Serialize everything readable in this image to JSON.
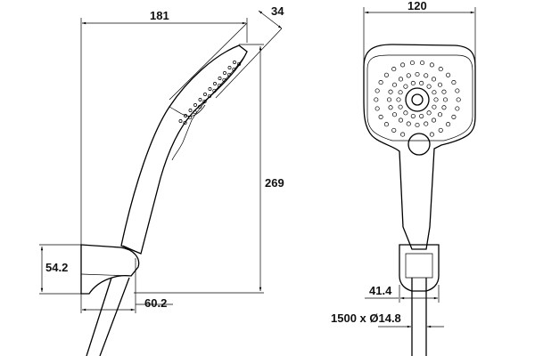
{
  "side_view": {
    "dim_length": "181",
    "dim_head_thickness": "34",
    "dim_height": "269",
    "dim_holder_height": "54.2",
    "dim_holder_depth": "60.2"
  },
  "front_view": {
    "dim_head_width": "120",
    "dim_holder_width": "41.4",
    "dim_hose": "1500 x Ø14.8"
  }
}
